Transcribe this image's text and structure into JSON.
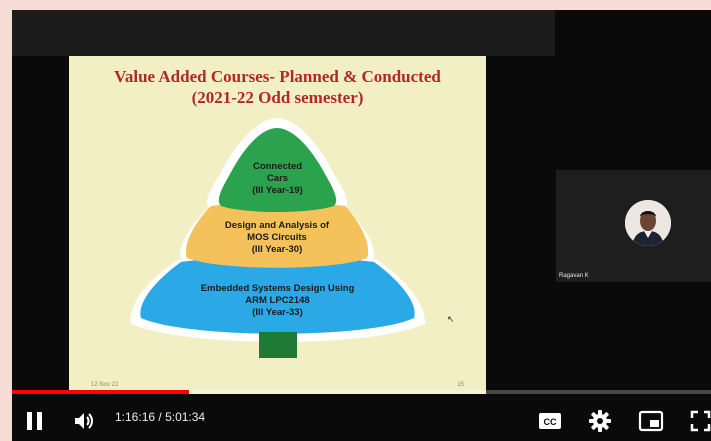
{
  "slide": {
    "title_line1": "Value Added Courses- Planned & Conducted",
    "title_line2": "(2021-22 Odd semester)",
    "tiers": [
      {
        "line1": "Connected",
        "line2": "Cars",
        "line3": "(III Year-19)"
      },
      {
        "line1": "Design and Analysis of",
        "line2": "MOS Circuits",
        "line3": "(III Year-30)"
      },
      {
        "line1": "Embedded Systems Design Using",
        "line2": "ARM LPC2148",
        "line3": "(III Year-33)"
      }
    ],
    "footer_date": "12 Nov 22",
    "footer_page": "15"
  },
  "participant": {
    "name": "Ragavan K"
  },
  "player": {
    "current_time": "1:16:16",
    "separator": " / ",
    "duration": "5:01:34",
    "progress_fraction": 0.253,
    "icons": {
      "play_pause": "pause-icon",
      "volume": "volume-icon",
      "captions": "captions-icon",
      "settings": "gear-icon",
      "miniplayer": "miniplayer-icon",
      "fullscreen": "fullscreen-icon"
    },
    "colors": {
      "progress": "#ff0000",
      "tier_top": "#2aa24e",
      "tier_mid": "#f4c15a",
      "tier_bottom": "#2aa9e6",
      "trunk": "#1f7a35",
      "title": "#b2282a"
    }
  }
}
